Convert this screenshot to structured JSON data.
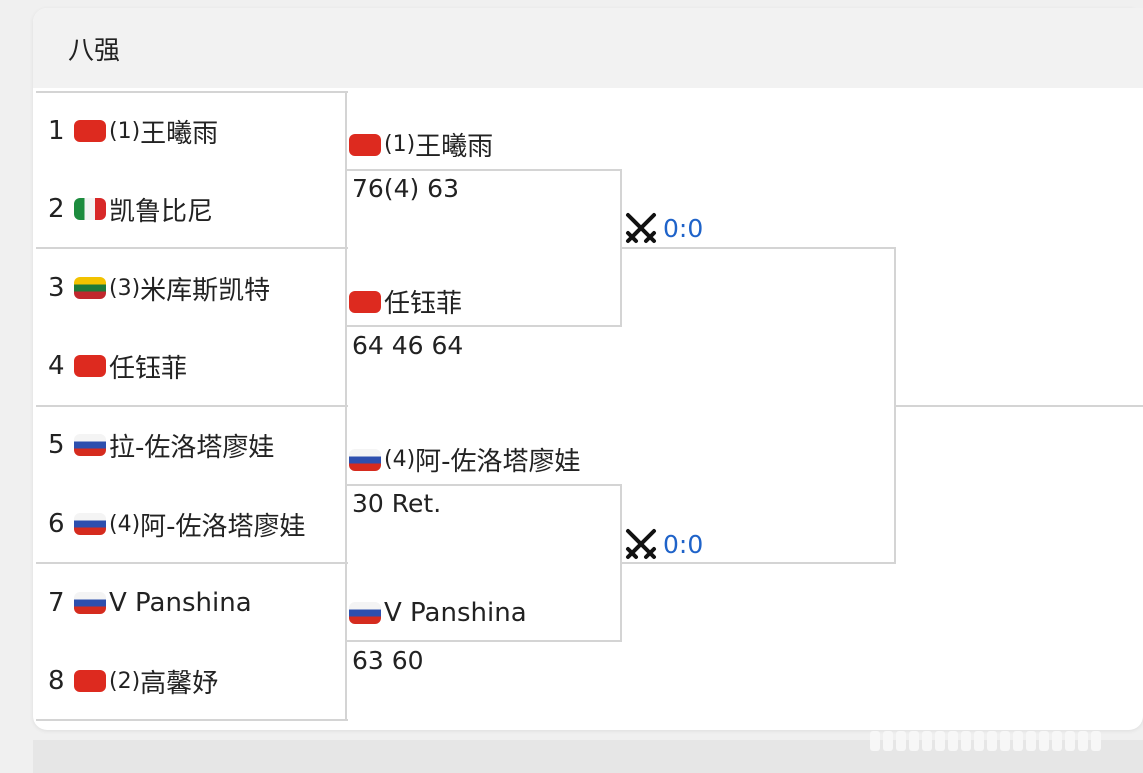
{
  "header": {
    "title": "八强"
  },
  "round1": [
    {
      "seed_no": "1",
      "flag": "cn",
      "seed_tag": "(1)",
      "name": "王曦雨"
    },
    {
      "seed_no": "2",
      "flag": "it",
      "seed_tag": "",
      "name": "凯鲁比尼"
    },
    {
      "seed_no": "3",
      "flag": "lt",
      "seed_tag": "(3)",
      "name": "米库斯凯特"
    },
    {
      "seed_no": "4",
      "flag": "cn",
      "seed_tag": "",
      "name": "任钰菲"
    },
    {
      "seed_no": "5",
      "flag": "ru",
      "seed_tag": "",
      "name": "拉-佐洛塔廖娃"
    },
    {
      "seed_no": "6",
      "flag": "ru",
      "seed_tag": "(4)",
      "name": "阿-佐洛塔廖娃"
    },
    {
      "seed_no": "7",
      "flag": "ru",
      "seed_tag": "",
      "name": "V Panshina"
    },
    {
      "seed_no": "8",
      "flag": "cn",
      "seed_tag": "(2)",
      "name": "高馨妤"
    }
  ],
  "round2": [
    {
      "flag": "cn",
      "seed_tag": "(1)",
      "name": "王曦雨",
      "score": "76(4) 63"
    },
    {
      "flag": "cn",
      "seed_tag": "",
      "name": "任钰菲",
      "score": "64 46 64"
    },
    {
      "flag": "ru",
      "seed_tag": "(4)",
      "name": "阿-佐洛塔廖娃",
      "score": "30 Ret."
    },
    {
      "flag": "ru",
      "seed_tag": "",
      "name": "V Panshina",
      "score": "63 60"
    }
  ],
  "semis": [
    {
      "icon": "crossed-swords-icon",
      "score": "0:0"
    },
    {
      "icon": "crossed-swords-icon",
      "score": "0:0"
    }
  ],
  "colors": {
    "link_blue": "#1f63c9",
    "line_gray": "#d4d4d4"
  }
}
